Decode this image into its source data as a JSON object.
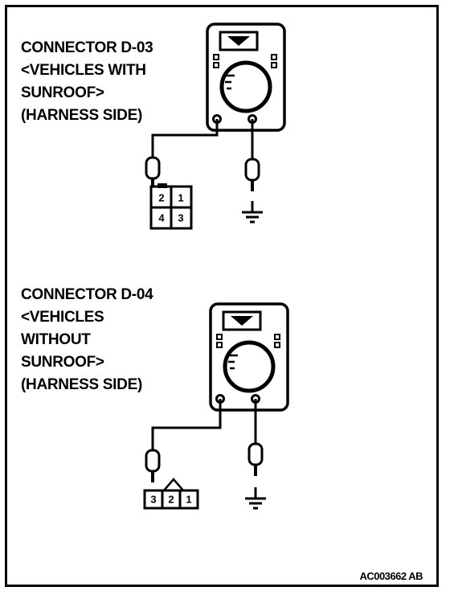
{
  "diagrams": [
    {
      "label_lines": [
        "CONNECTOR D-03",
        "<VEHICLES WITH",
        "SUNROOF>",
        "(HARNESS SIDE)"
      ],
      "connector_pins": [
        "2",
        "1",
        "4",
        "3"
      ]
    },
    {
      "label_lines": [
        "CONNECTOR D-04",
        "<VEHICLES",
        "WITHOUT",
        "SUNROOF>",
        "(HARNESS SIDE)"
      ],
      "connector_pins": [
        "3",
        "2",
        "1"
      ]
    }
  ],
  "figure_code": "AC003662 AB"
}
